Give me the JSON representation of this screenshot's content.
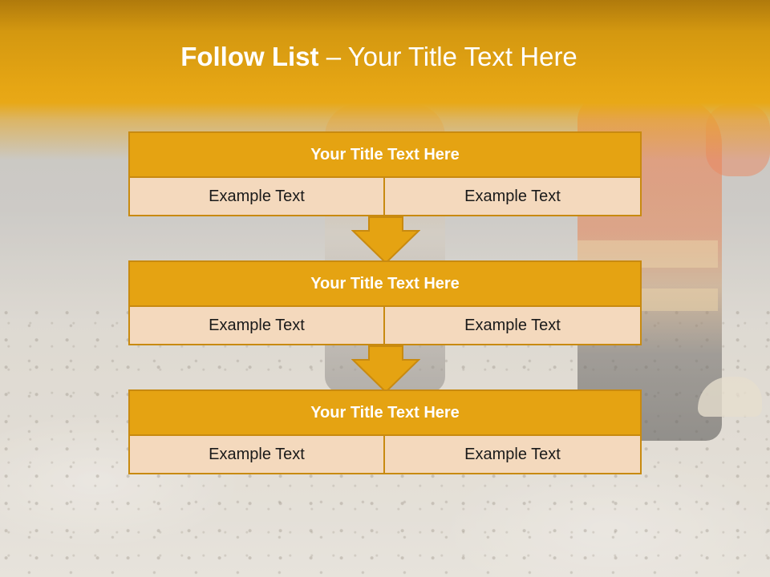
{
  "header": {
    "title_bold": "Follow List",
    "title_rest": " – Your Title Text Here"
  },
  "colors": {
    "header_gold": "#e5a312",
    "border_gold": "#c88a10",
    "cell_fill": "#f4d9bd",
    "title_text": "#ffffff"
  },
  "blocks": [
    {
      "title": "Your Title Text Here",
      "left_text": "Example Text",
      "right_text": "Example Text"
    },
    {
      "title": "Your Title Text Here",
      "left_text": "Example Text",
      "right_text": "Example Text"
    },
    {
      "title": "Your Title Text Here",
      "left_text": "Example Text",
      "right_text": "Example Text"
    }
  ],
  "icons": {
    "connector": "arrow-down-icon"
  }
}
